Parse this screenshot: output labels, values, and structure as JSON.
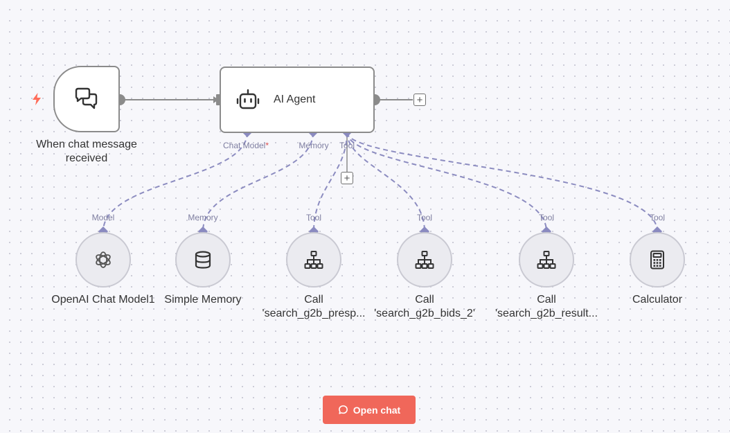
{
  "colors": {
    "canvas_background": "#f7f7fb",
    "node_border": "#8b8b8b",
    "sub_node_fill": "#ebebf0",
    "port_diamond": "#8a8ac0",
    "port_label": "#7e7ea0",
    "dashed_connection": "#8c8cc0",
    "required_marker": "#d94a4a",
    "trigger_bolt": "#ff6d5a",
    "open_chat_button": "#f0675a"
  },
  "trigger_node": {
    "label": "When chat message received",
    "label_lines": [
      "When chat message",
      "received"
    ],
    "icon": "chat-bubbles-icon",
    "badge_icon": "lightning-bolt-icon"
  },
  "agent_node": {
    "label": "AI Agent",
    "icon": "robot-icon",
    "ports": {
      "chat_model": {
        "label": "Chat Model",
        "required_marker": "*"
      },
      "memory": {
        "label": "Memory"
      },
      "tool": {
        "label": "Tool"
      }
    }
  },
  "sub_nodes": [
    {
      "id": "openai",
      "label_lines": [
        "OpenAI Chat Model1"
      ],
      "port_label": "Model",
      "icon": "openai-logo-icon"
    },
    {
      "id": "memory",
      "label_lines": [
        "Simple Memory"
      ],
      "port_label": "Memory",
      "icon": "database-icon"
    },
    {
      "id": "tool1",
      "label_lines": [
        "Call",
        "'search_g2b_presp..."
      ],
      "port_label": "Tool",
      "icon": "sitemap-icon"
    },
    {
      "id": "tool2",
      "label_lines": [
        "Call",
        "'search_g2b_bids_2'"
      ],
      "port_label": "Tool",
      "icon": "sitemap-icon"
    },
    {
      "id": "tool3",
      "label_lines": [
        "Call",
        "'search_g2b_result..."
      ],
      "port_label": "Tool",
      "icon": "sitemap-icon"
    },
    {
      "id": "calc",
      "label_lines": [
        "Calculator"
      ],
      "port_label": "Tool",
      "icon": "calculator-icon"
    }
  ],
  "plus_buttons": {
    "agent_output_add": "+",
    "tool_add": "+"
  },
  "open_chat_button": {
    "label": "Open chat",
    "icon": "chat-bubble-icon"
  }
}
